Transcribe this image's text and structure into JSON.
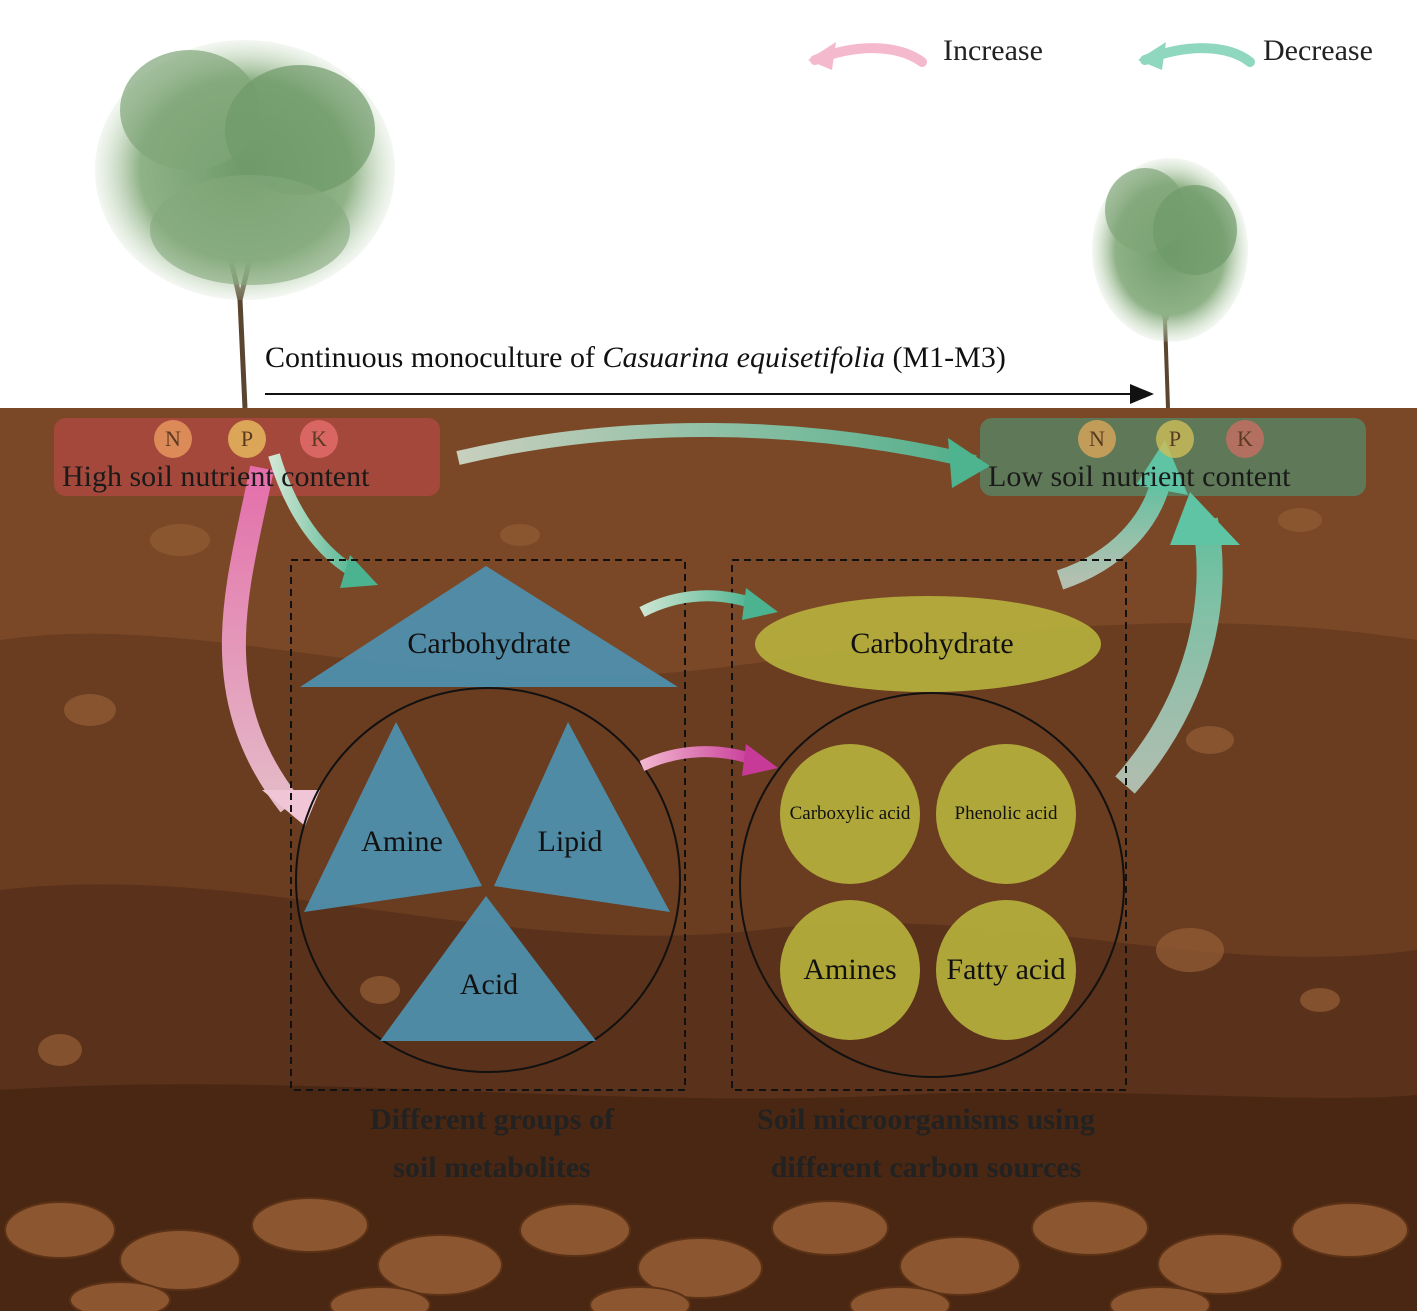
{
  "legend": {
    "increase_label": "Increase",
    "decrease_label": "Decrease",
    "increase_color": "#f4b9cc",
    "decrease_color": "#8fd8bf"
  },
  "title": {
    "prefix": "Continuous monoculture of ",
    "species": "Casuarina equisetifolia",
    "suffix": " (M1-M3)"
  },
  "nutrients": {
    "high_label": "High soil nutrient content",
    "low_label": "Low soil nutrient content",
    "symbols": [
      "N",
      "P",
      "K"
    ]
  },
  "metabolites": {
    "carbohydrate": "Carbohydrate",
    "amine": "Amine",
    "lipid": "Lipid",
    "acid": "Acid",
    "caption_line1": "Different groups of",
    "caption_line2": "soil metabolites",
    "shape_color": "#4f8fad"
  },
  "carbon_sources": {
    "carbohydrate": "Carbohydrate",
    "carboxylic_acid": "Carboxylic acid",
    "phenolic_acid": "Phenolic acid",
    "amines": "Amines",
    "fatty_acid": "Fatty acid",
    "caption_line1": "Soil microorganisms using",
    "caption_line2": "different carbon sources",
    "shape_color": "#b4ad3c"
  }
}
